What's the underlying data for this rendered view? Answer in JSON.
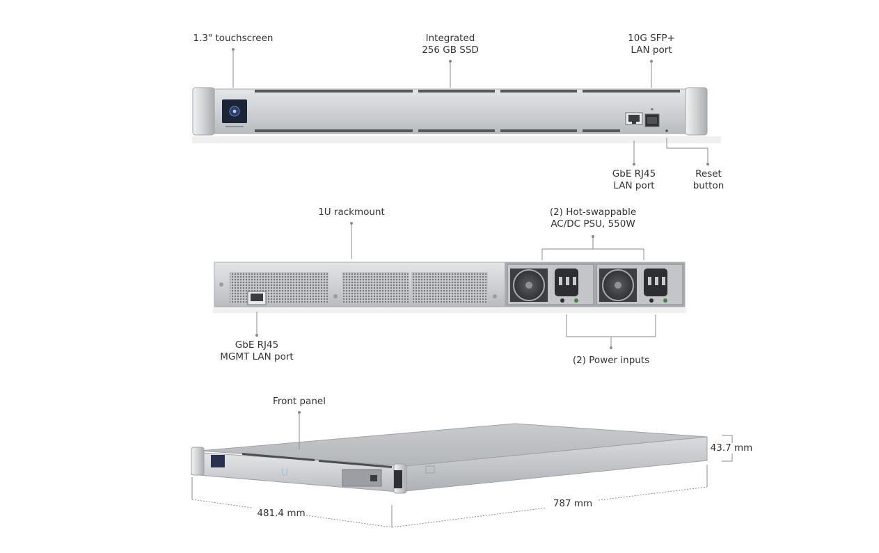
{
  "colors": {
    "text": "#333333",
    "callout": "#8a8a8a",
    "chassis": "#c8cacd",
    "chassis_dark": "#9ea1a5",
    "screen": "#1c2438"
  },
  "front_view": {
    "touchscreen": {
      "line1": "1.3\" touchscreen"
    },
    "ssd": {
      "line1": "Integrated",
      "line2": "256 GB SSD"
    },
    "sfp": {
      "line1": "10G SFP+",
      "line2": "LAN port"
    },
    "rj45": {
      "line1": "GbE RJ45",
      "line2": "LAN port"
    },
    "reset": {
      "line1": "Reset",
      "line2": "button"
    }
  },
  "rear_view": {
    "rackmount": {
      "line1": "1U rackmount"
    },
    "psu": {
      "line1": "(2) Hot-swappable",
      "line2": "AC/DC PSU, 550W"
    },
    "mgmt": {
      "line1": "GbE RJ45",
      "line2": "MGMT LAN port"
    },
    "power_inputs": {
      "line1": "(2) Power inputs"
    }
  },
  "iso_view": {
    "front_panel": {
      "line1": "Front panel"
    },
    "height": "43.7 mm",
    "width": "481.4 mm",
    "depth": "787 mm"
  }
}
